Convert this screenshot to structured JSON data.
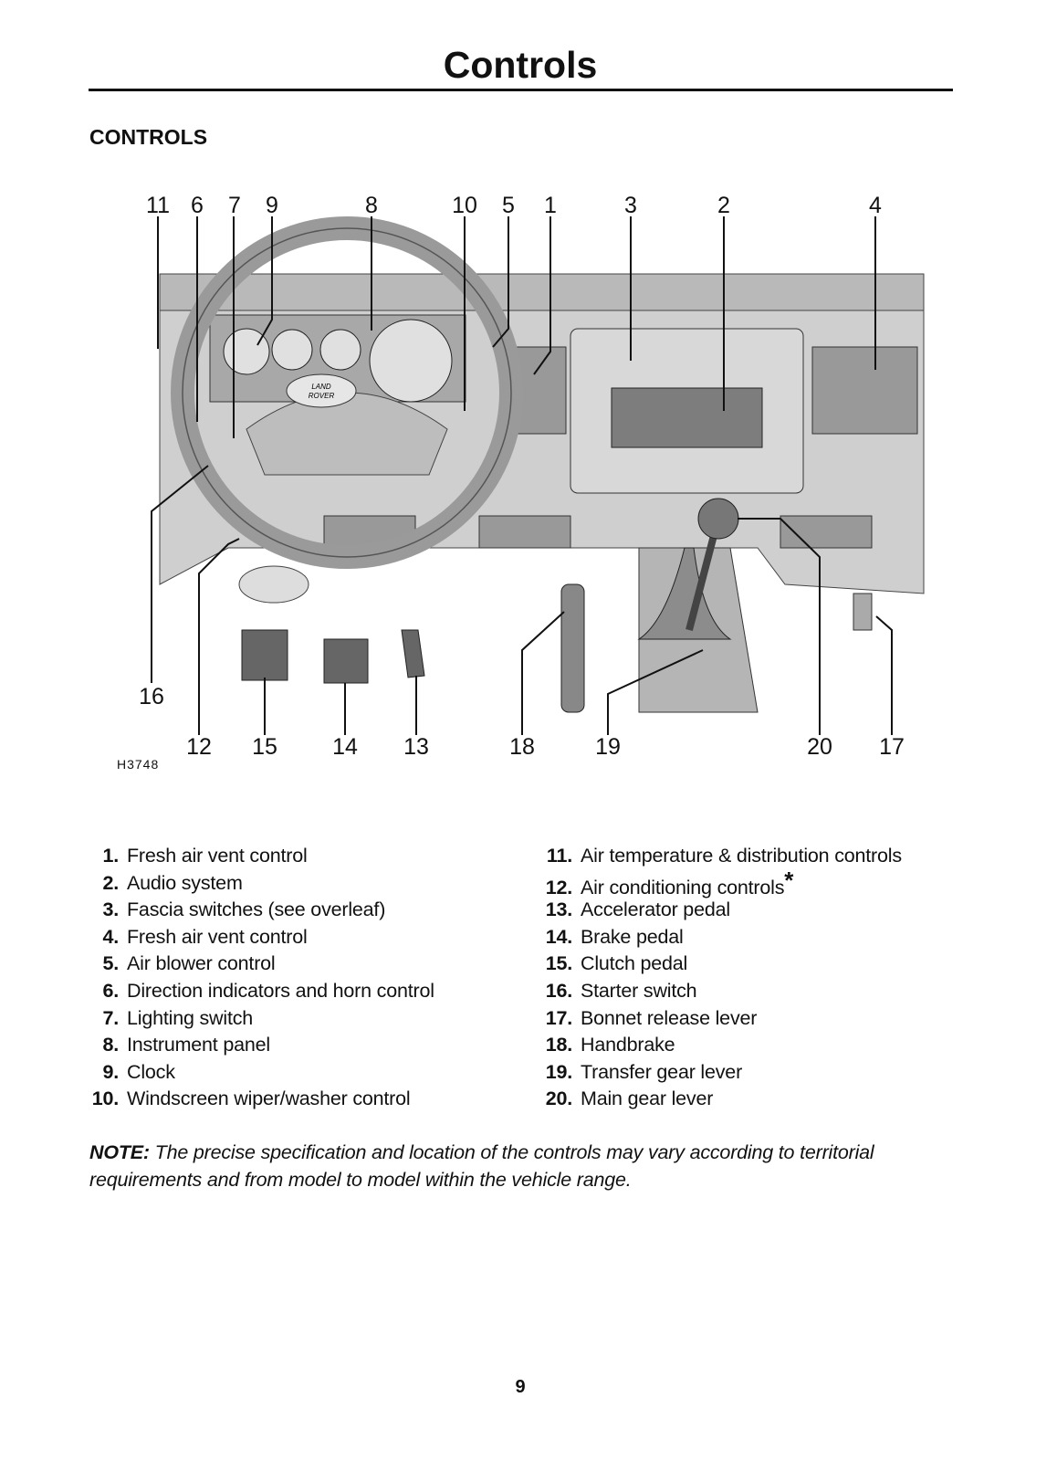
{
  "header": {
    "title": "Controls"
  },
  "section_heading": "CONTROLS",
  "figure": {
    "id": "H3748",
    "top_callouts": [
      "11",
      "6",
      "7",
      "9",
      "8",
      "10",
      "5",
      "1",
      "3",
      "2",
      "4"
    ],
    "bottom_callouts": [
      "16",
      "12",
      "15",
      "14",
      "13",
      "18",
      "19",
      "20",
      "17"
    ],
    "logo_text": [
      "LAND",
      "ROVER"
    ]
  },
  "items_left": [
    {
      "num": "1.",
      "text": "Fresh air vent control"
    },
    {
      "num": "2.",
      "text": "Audio system"
    },
    {
      "num": "3.",
      "text": "Fascia switches (see overleaf)"
    },
    {
      "num": "4.",
      "text": "Fresh air vent control"
    },
    {
      "num": "5.",
      "text": "Air blower control"
    },
    {
      "num": "6.",
      "text": "Direction indicators and horn control"
    },
    {
      "num": "7.",
      "text": "Lighting switch"
    },
    {
      "num": "8.",
      "text": "Instrument panel"
    },
    {
      "num": "9.",
      "text": "Clock"
    },
    {
      "num": "10.",
      "text": "Windscreen wiper/washer control"
    }
  ],
  "items_right": [
    {
      "num": "11.",
      "text": "Air temperature & distribution controls"
    },
    {
      "num": "12.",
      "text": "Air conditioning controls",
      "mark": "*"
    },
    {
      "num": "13.",
      "text": "Accelerator pedal"
    },
    {
      "num": "14.",
      "text": "Brake pedal"
    },
    {
      "num": "15.",
      "text": "Clutch pedal"
    },
    {
      "num": "16.",
      "text": "Starter switch"
    },
    {
      "num": "17.",
      "text": "Bonnet release lever"
    },
    {
      "num": "18.",
      "text": "Handbrake"
    },
    {
      "num": "19.",
      "text": "Transfer gear lever"
    },
    {
      "num": "20.",
      "text": "Main gear lever"
    }
  ],
  "note": {
    "label": "NOTE:",
    "text": " The precise specification and location of the controls may vary according to territorial requirements and from model to model within the vehicle range."
  },
  "page_number": "9"
}
